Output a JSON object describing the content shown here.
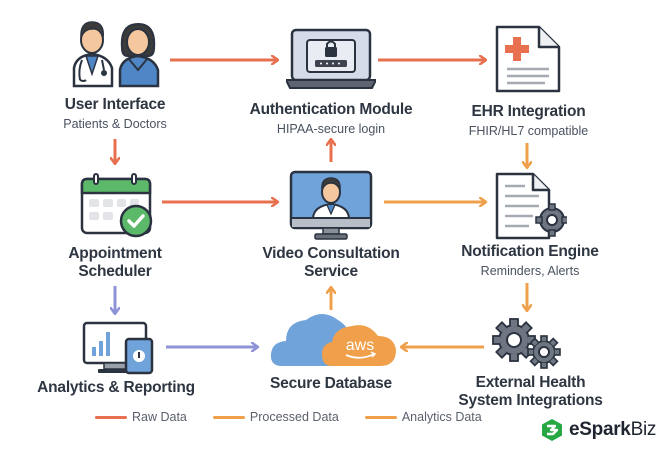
{
  "colors": {
    "raw": "#e8704f",
    "processed": "#f0a04b",
    "analytics": "#8d93d6",
    "text_dark": "#2e3642",
    "brand_green": "#27a844"
  },
  "nodes": {
    "user_interface": {
      "title": "User Interface",
      "subtitle": "Patients & Doctors",
      "icon": "doctor-patient-icon"
    },
    "authentication": {
      "title": "Authentication Module",
      "subtitle": "HIPAA-secure login",
      "icon": "laptop-lock-icon"
    },
    "ehr": {
      "title": "EHR Integration",
      "subtitle": "FHIR/HL7 compatible",
      "icon": "medical-document-icon"
    },
    "scheduler": {
      "title_line1": "Appointment",
      "title_line2": "Scheduler",
      "icon": "calendar-check-icon"
    },
    "video": {
      "title_line1": "Video Consultation",
      "title_line2": "Service",
      "icon": "monitor-doctor-icon"
    },
    "notification": {
      "title": "Notification Engine",
      "subtitle": "Reminders, Alerts",
      "icon": "document-gear-icon"
    },
    "analytics": {
      "title": "Analytics & Reporting",
      "icon": "analytics-devices-icon"
    },
    "database": {
      "title": "Secure Database",
      "icon": "aws-cloud-icon",
      "cloud_label": "aws"
    },
    "external": {
      "title_line1": "External Health",
      "title_line2": "System Integrations",
      "icon": "gears-icon"
    }
  },
  "legend": [
    {
      "label": "Raw Data",
      "color": "#e8704f"
    },
    {
      "label": "Processed Data",
      "color": "#f0a04b"
    },
    {
      "label": "Analytics Data",
      "color": "#f0a04b"
    }
  ],
  "brand": {
    "prefix": "eSpark",
    "suffix": "Biz"
  }
}
